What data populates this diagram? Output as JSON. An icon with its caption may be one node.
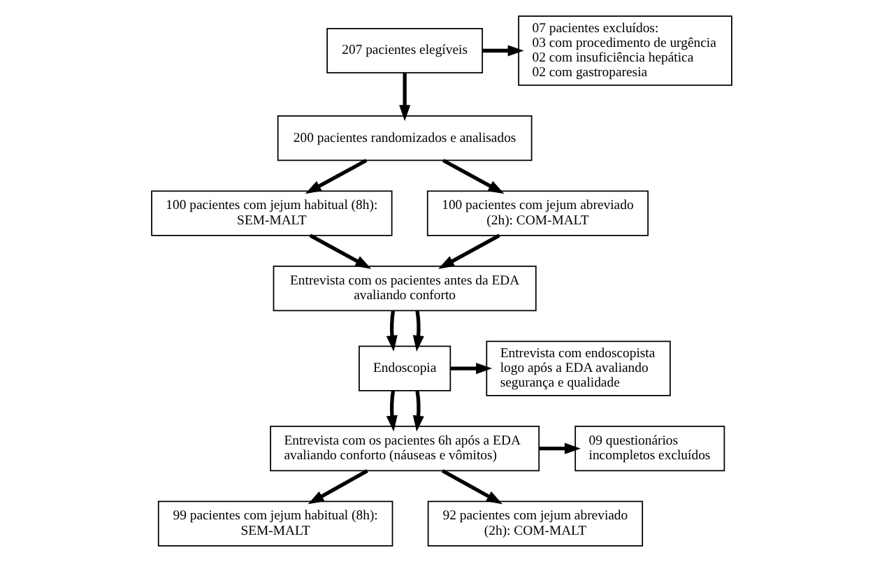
{
  "diagram": {
    "nodes": [
      {
        "text": [
          "207 pacientes elegíveis"
        ]
      },
      {
        "text": [
          "07 pacientes excluídos:",
          "03 com procedimento de urgência",
          "02 com insuficiência hepática",
          "02 com gastroparesia"
        ]
      },
      {
        "text": [
          "200 pacientes randomizados e analisados"
        ]
      },
      {
        "text": [
          "100 pacientes com jejum habitual (8h): SEM-MALT"
        ]
      },
      {
        "text": [
          "100 pacientes com jejum abreviado (2h): COM-MALT"
        ]
      },
      {
        "text": [
          "Entrevista com os pacientes antes da EDA avaliando conforto"
        ]
      },
      {
        "text": [
          "Endoscopia"
        ]
      },
      {
        "text": [
          "Entrevista com endoscopista logo após a EDA avaliando segurança e qualidade"
        ]
      },
      {
        "text": [
          "Entrevista com os pacientes 6h após a EDA avaliando conforto (náuseas e vômitos)"
        ]
      },
      {
        "text": [
          "09 questionários incompletos excluídos"
        ]
      },
      {
        "text": [
          "99 pacientes com jejum habitual (8h): SEM-MALT"
        ]
      },
      {
        "text": [
          "92 pacientes com jejum abreviado (2h): COM-MALT"
        ]
      }
    ],
    "edges": [
      {
        "from": 0,
        "to": 2,
        "arrow": "to"
      },
      {
        "from": 0,
        "to": 1,
        "arrow": "to"
      },
      {
        "from": 2,
        "to": 3,
        "arrow": "to"
      },
      {
        "from": 2,
        "to": 4,
        "arrow": "to"
      },
      {
        "from": 3,
        "to": 5,
        "arrow": "to"
      },
      {
        "from": 4,
        "to": 5,
        "arrow": "to"
      },
      {
        "from": 5,
        "to": 6,
        "arrow": "to"
      },
      {
        "from": 5,
        "to": 6,
        "arrow": "to"
      },
      {
        "from": 6,
        "to": 7,
        "arrow": "to"
      },
      {
        "from": 6,
        "to": 8,
        "arrow": "to"
      },
      {
        "from": 6,
        "to": 8,
        "arrow": "to"
      },
      {
        "from": 8,
        "to": 9,
        "arrow": "to"
      },
      {
        "from": 8,
        "to": 10,
        "arrow": "to"
      },
      {
        "from": 8,
        "to": 11,
        "arrow": "to"
      }
    ]
  }
}
